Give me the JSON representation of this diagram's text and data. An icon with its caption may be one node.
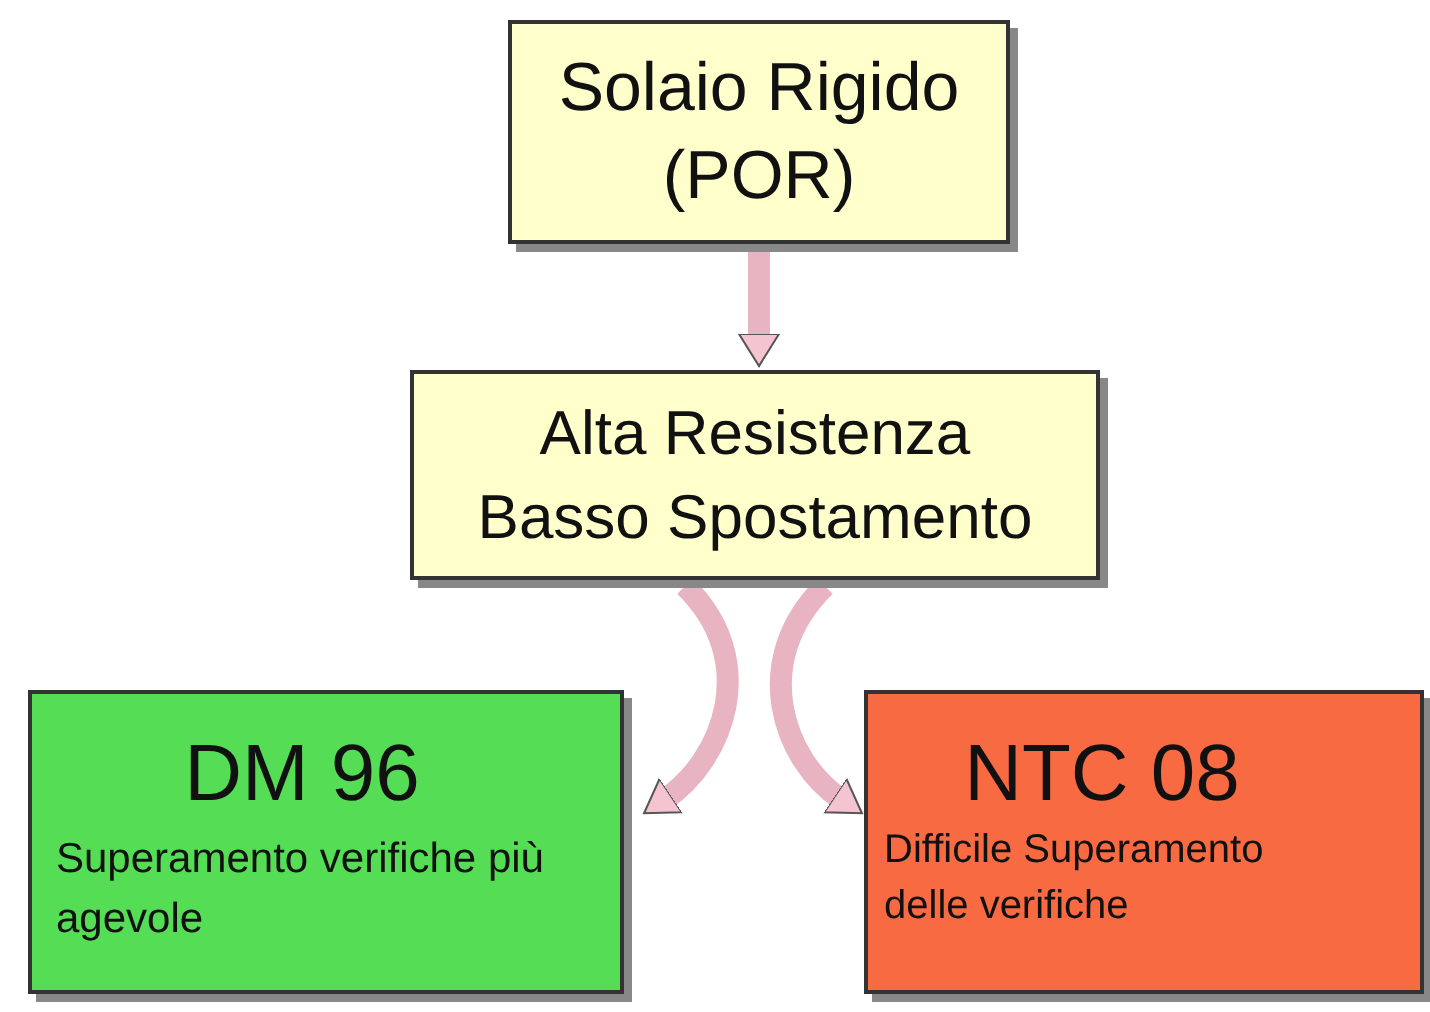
{
  "diagram": {
    "nodes": [
      {
        "text": [
          "Solaio Rigido (POR)"
        ]
      },
      {
        "text": [
          "Alta Resistenza Basso Spostamento"
        ]
      },
      {
        "text": [
          "DM 96",
          "Superamento verifiche più agevole"
        ]
      },
      {
        "text": [
          "NTC 08",
          "Difficile Superamento delle verifiche"
        ]
      }
    ],
    "edges": [
      {
        "from": 0,
        "to": 1,
        "arrow": "to"
      },
      {
        "from": 1,
        "to": 2,
        "arrow": "to"
      },
      {
        "from": 1,
        "to": 3,
        "arrow": "to"
      }
    ]
  }
}
